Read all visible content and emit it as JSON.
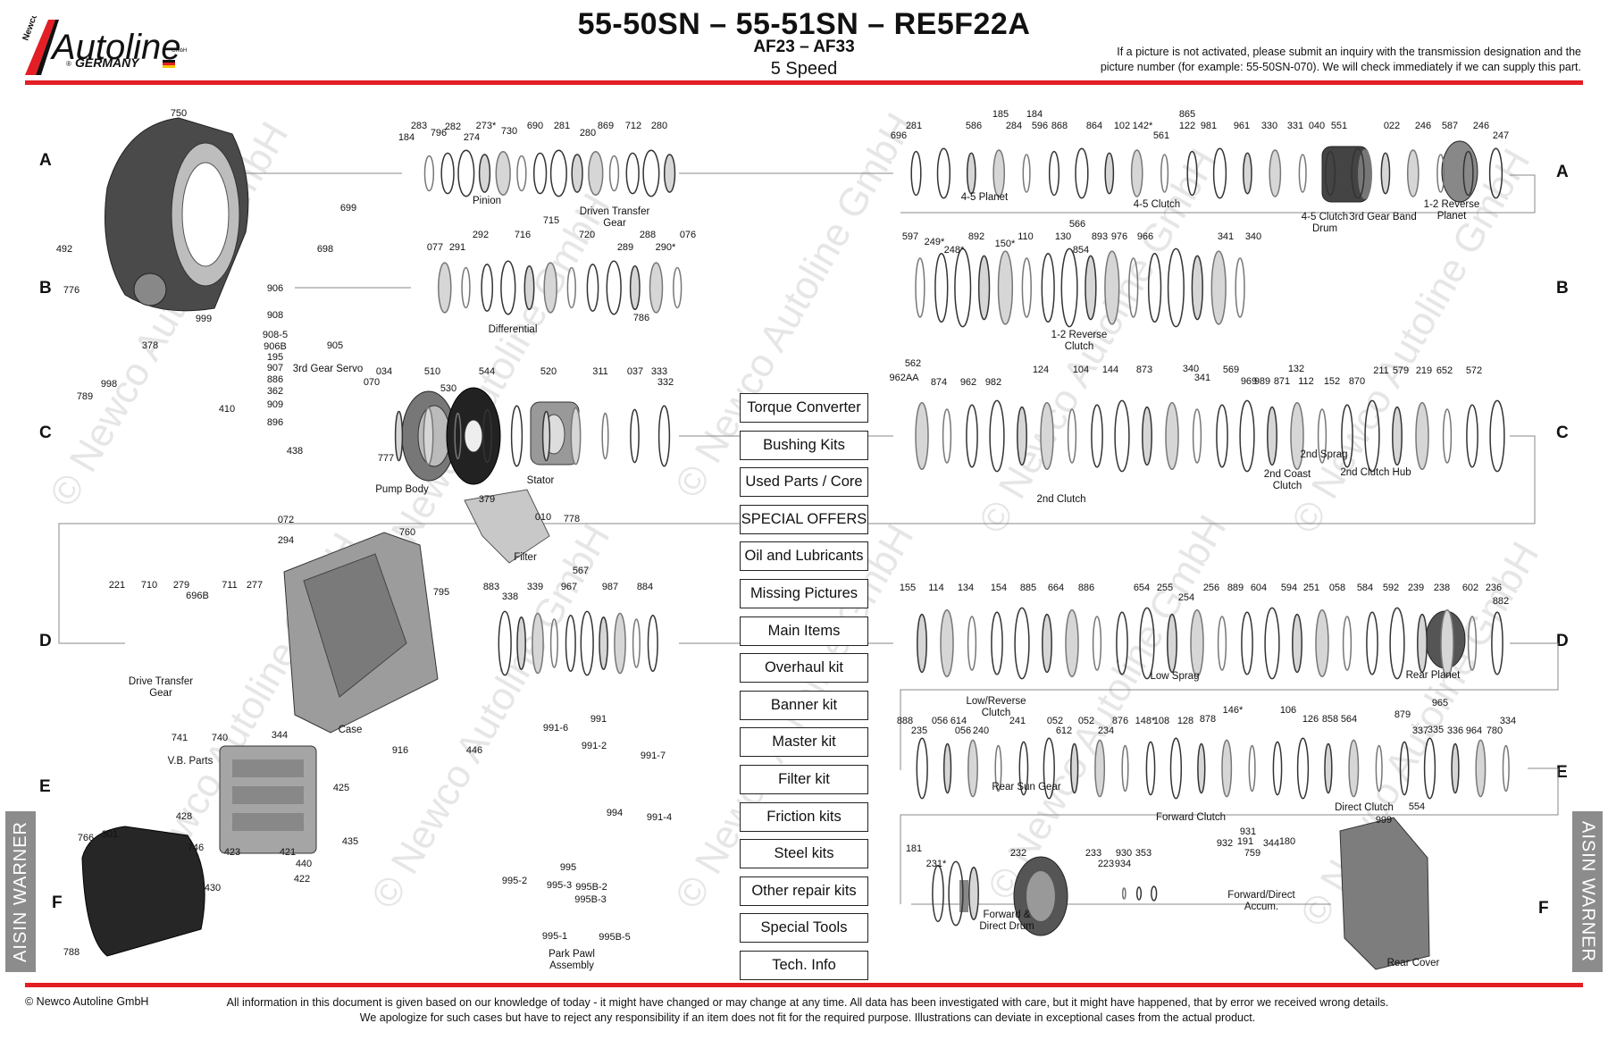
{
  "header": {
    "title": "55-50SN – 55-51SN – RE5F22A",
    "subtitle": "AF23 – AF33",
    "speed": "5 Speed",
    "notice": "If a picture is not activated, please submit an inquiry with the transmission designation and the picture number (for example: 55-50SN-070). We will check immediately if we can supply this part."
  },
  "logo": {
    "prefix": "Newco",
    "name": "Autoline",
    "gmbh": "GmbH",
    "country": "GERMANY",
    "registered": "®"
  },
  "row_labels": [
    "A",
    "B",
    "C",
    "D",
    "E",
    "F"
  ],
  "side_labels": {
    "left": "AISIN WARNER",
    "right": "AISIN WARNER"
  },
  "watermark": "© Newco Autoline GmbH",
  "menu": [
    "Torque Converter",
    "Bushing Kits",
    "Used Parts / Core",
    "SPECIAL OFFERS",
    "Oil and Lubricants",
    "Missing Pictures",
    "Main Items",
    "Overhaul kit",
    "Banner kit",
    "Master kit",
    "Filter kit",
    "Friction kits",
    "Steel kits",
    "Other repair kits",
    "Special Tools",
    "Tech. Info"
  ],
  "footer": {
    "copyright": "© Newco Autoline GmbH",
    "disclaimer_1": "All information in this document is given based on our knowledge of today - it might have changed or may change at any time. All data has been investigated with care, but it might have happened, that by error we received wrong details.",
    "disclaimer_2": "We apologize for such cases but have to reject any responsibility if an item does not fit for the required purpose. Illustrations can deviate in exceptional cases from the actual product."
  },
  "part_numbers": [
    "750",
    "699",
    "698",
    "492",
    "776",
    "378",
    "998",
    "789",
    "999",
    "906",
    "908",
    "908-5",
    "906B",
    "195",
    "907",
    "886",
    "362",
    "909",
    "896",
    "905",
    "410",
    "438",
    "777",
    "072",
    "184",
    "283",
    "796",
    "282",
    "274",
    "273*",
    "730",
    "690",
    "281",
    "280",
    "869",
    "712",
    "280",
    "077",
    "291",
    "292",
    "716",
    "715",
    "720",
    "289",
    "288",
    "290*",
    "076",
    "786",
    "070",
    "034",
    "510",
    "530",
    "544",
    "520",
    "311",
    "037",
    "333",
    "332",
    "379",
    "010",
    "778",
    "294",
    "760",
    "795",
    "221",
    "710",
    "279",
    "696B",
    "711",
    "277",
    "883",
    "338",
    "339",
    "967",
    "567",
    "987",
    "884",
    "741",
    "740",
    "344",
    "916",
    "446",
    "428",
    "425",
    "435",
    "746",
    "423",
    "421",
    "440",
    "422",
    "430",
    "766",
    "301",
    "788",
    "991",
    "991-6",
    "991-2",
    "991-7",
    "994",
    "991-4",
    "995",
    "995-2",
    "995-3",
    "995B-2",
    "995B-3",
    "995-1",
    "995B-5",
    "696",
    "281",
    "586",
    "185",
    "184",
    "284",
    "596",
    "868",
    "864",
    "102",
    "142*",
    "561",
    "865",
    "122",
    "981",
    "961",
    "330",
    "331",
    "040",
    "551",
    "022",
    "246",
    "587",
    "246",
    "247",
    "597",
    "249*",
    "248*",
    "892",
    "150*",
    "110",
    "130",
    "854",
    "566",
    "893",
    "976",
    "966",
    "341",
    "340",
    "562",
    "962AA",
    "874",
    "962",
    "982",
    "124",
    "104",
    "144",
    "873",
    "340",
    "341",
    "569",
    "969",
    "989",
    "871",
    "132",
    "112",
    "152",
    "870",
    "211",
    "579",
    "219",
    "652",
    "572",
    "155",
    "114",
    "134",
    "154",
    "885",
    "664",
    "886",
    "654",
    "255",
    "254",
    "256",
    "889",
    "604",
    "594",
    "251",
    "058",
    "584",
    "592",
    "239",
    "238",
    "602",
    "236",
    "882",
    "888",
    "235",
    "056",
    "614",
    "056",
    "240",
    "241",
    "052",
    "612",
    "052",
    "234",
    "876",
    "148*",
    "108",
    "128",
    "878",
    "146*",
    "106",
    "126",
    "858",
    "564",
    "879",
    "965",
    "337",
    "336",
    "964",
    "780",
    "334",
    "335",
    "554",
    "181",
    "231*",
    "232",
    "233",
    "223",
    "930",
    "934",
    "353",
    "931",
    "932",
    "191",
    "759",
    "344",
    "180",
    "999"
  ],
  "captions": [
    "Pinion",
    "Driven Transfer Gear",
    "Differential",
    "3rd Gear Servo",
    "Pump Body",
    "Stator",
    "Filter",
    "Drive Transfer Gear",
    "Case",
    "V.B. Parts",
    "Park Pawl Assembly",
    "4-5 Planet",
    "4-5 Clutch",
    "4-5 Clutch Drum",
    "3rd Gear Band",
    "1-2 Reverse Planet",
    "1-2 Reverse Clutch",
    "2nd Clutch",
    "2nd Coast Clutch",
    "2nd Sprag",
    "2nd Clutch Hub",
    "Low/Reverse Clutch",
    "Low Sprag",
    "Rear Planet",
    "Rear Sun Gear",
    "Forward Clutch",
    "Direct Clutch",
    "Forward/Direct Accum.",
    "Forward & Direct Drum",
    "Rear Cover"
  ]
}
